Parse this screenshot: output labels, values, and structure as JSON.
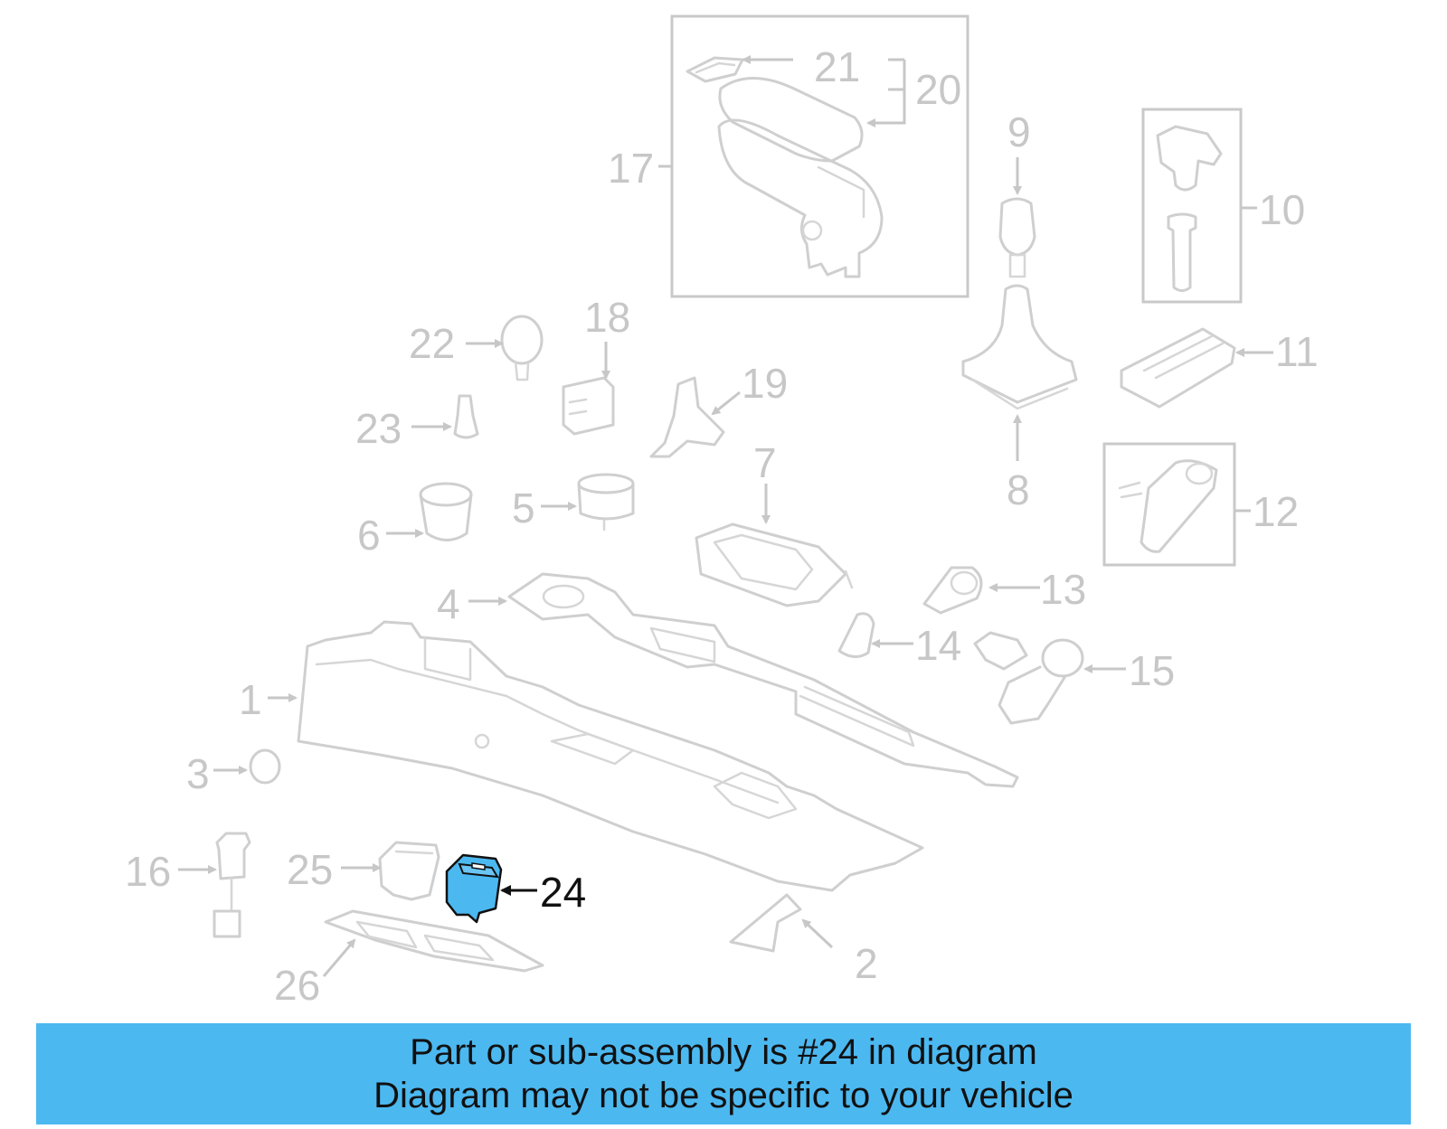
{
  "diagram": {
    "labels": [
      "1",
      "2",
      "3",
      "4",
      "5",
      "6",
      "7",
      "8",
      "9",
      "10",
      "11",
      "12",
      "13",
      "14",
      "15",
      "16",
      "17",
      "18",
      "19",
      "20",
      "21",
      "22",
      "23",
      "24",
      "25",
      "26"
    ],
    "highlighted_part": "24",
    "colors": {
      "highlight_fill": "#4cb8f0",
      "part_stroke": "#cfcfcf",
      "label_gray": "#c7c7c7",
      "highlight_label": "#111111"
    }
  },
  "banner": {
    "line1": "Part or sub-assembly is #24 in diagram",
    "line2": "Diagram may not be specific to your vehicle",
    "color": "#4cb8f0"
  }
}
